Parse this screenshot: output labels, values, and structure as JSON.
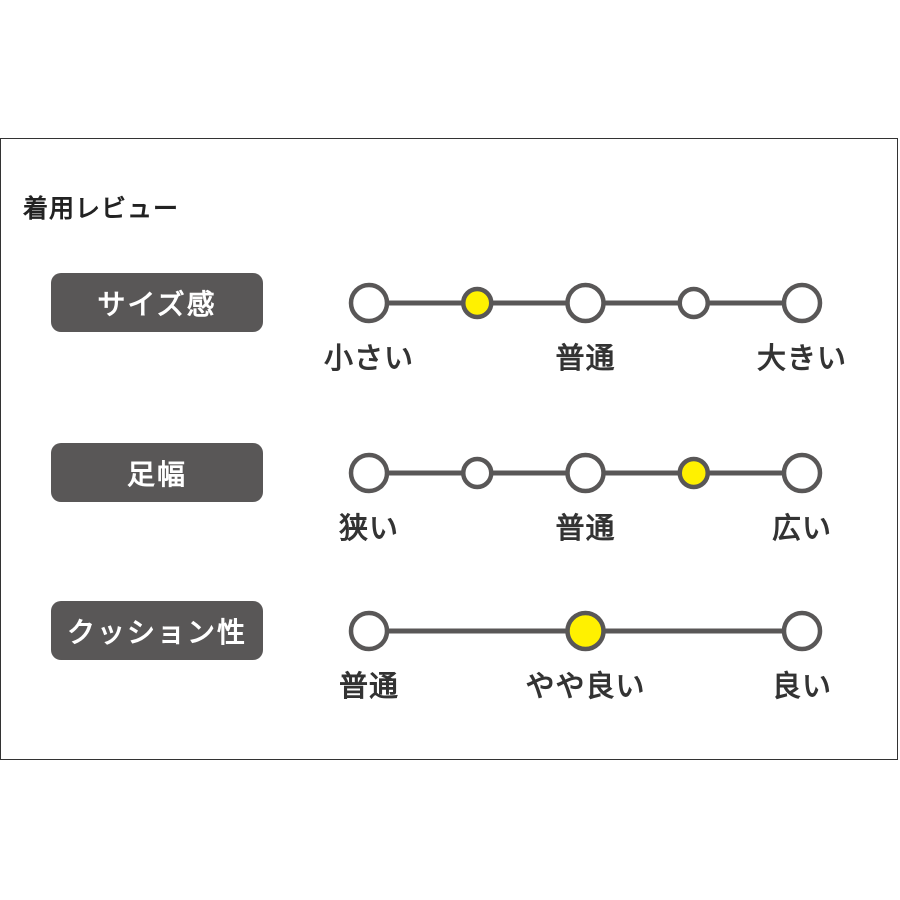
{
  "title": "着用レビュー",
  "colors": {
    "pill": "#595757",
    "line": "#595757",
    "selected": "#fff100",
    "ring": "#595757",
    "empty": "#ffffff"
  },
  "rows": [
    {
      "label": "サイズ感",
      "steps": 5,
      "selected_index": 1,
      "small_indices": [
        1,
        3
      ],
      "labels": [
        {
          "index": 0,
          "text": "小さい"
        },
        {
          "index": 2,
          "text": "普通"
        },
        {
          "index": 4,
          "text": "大きい"
        }
      ]
    },
    {
      "label": "足幅",
      "steps": 5,
      "selected_index": 3,
      "small_indices": [
        1,
        3
      ],
      "labels": [
        {
          "index": 0,
          "text": "狭い"
        },
        {
          "index": 2,
          "text": "普通"
        },
        {
          "index": 4,
          "text": "広い"
        }
      ]
    },
    {
      "label": "クッション性",
      "steps": 3,
      "selected_index": 1,
      "small_indices": [],
      "labels": [
        {
          "index": 0,
          "text": "普通"
        },
        {
          "index": 1,
          "text": "やや良い"
        },
        {
          "index": 2,
          "text": "良い"
        }
      ]
    }
  ]
}
